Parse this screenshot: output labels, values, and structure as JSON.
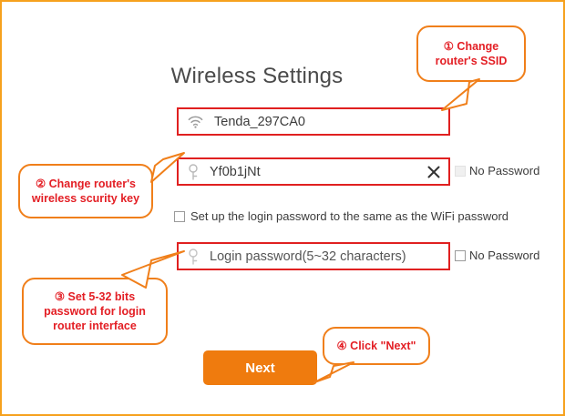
{
  "page": {
    "title": "Wireless Settings",
    "border_color": "#F6A11E"
  },
  "form": {
    "ssid_field": {
      "icon": "wifi-icon",
      "value": "Tenda_297CA0",
      "border_color": "#E02020"
    },
    "wifi_password_field": {
      "icon": "key-icon",
      "value": "Yf0b1jNt",
      "clear_icon": "close-x-icon",
      "no_password_label": "No Password",
      "no_password_checked": false
    },
    "same_password_checkbox": {
      "label": "Set up the login password to the same as the WiFi password",
      "checked": false
    },
    "login_password_field": {
      "icon": "key-icon",
      "placeholder": "Login password(5~32 characters)",
      "value": "",
      "no_password_label": "No Password",
      "no_password_checked": false
    },
    "next_button": {
      "label": "Next",
      "color": "#EF7B0E"
    }
  },
  "annotations": {
    "accent_border": "#F07F1A",
    "text_color": "#E31E24",
    "items": [
      {
        "id": "callout-1",
        "lines": [
          "① Change",
          "router's SSID"
        ],
        "points_to": "ssid-field"
      },
      {
        "id": "callout-2",
        "lines": [
          "② Change router's",
          "wireless scurity key"
        ],
        "points_to": "wifi-password-field"
      },
      {
        "id": "callout-3",
        "lines": [
          "③ Set 5-32 bits",
          "password for login",
          "router interface"
        ],
        "points_to": "login-password-field"
      },
      {
        "id": "callout-4",
        "lines": [
          "④ Click \"Next\""
        ],
        "points_to": "next-button"
      }
    ]
  }
}
